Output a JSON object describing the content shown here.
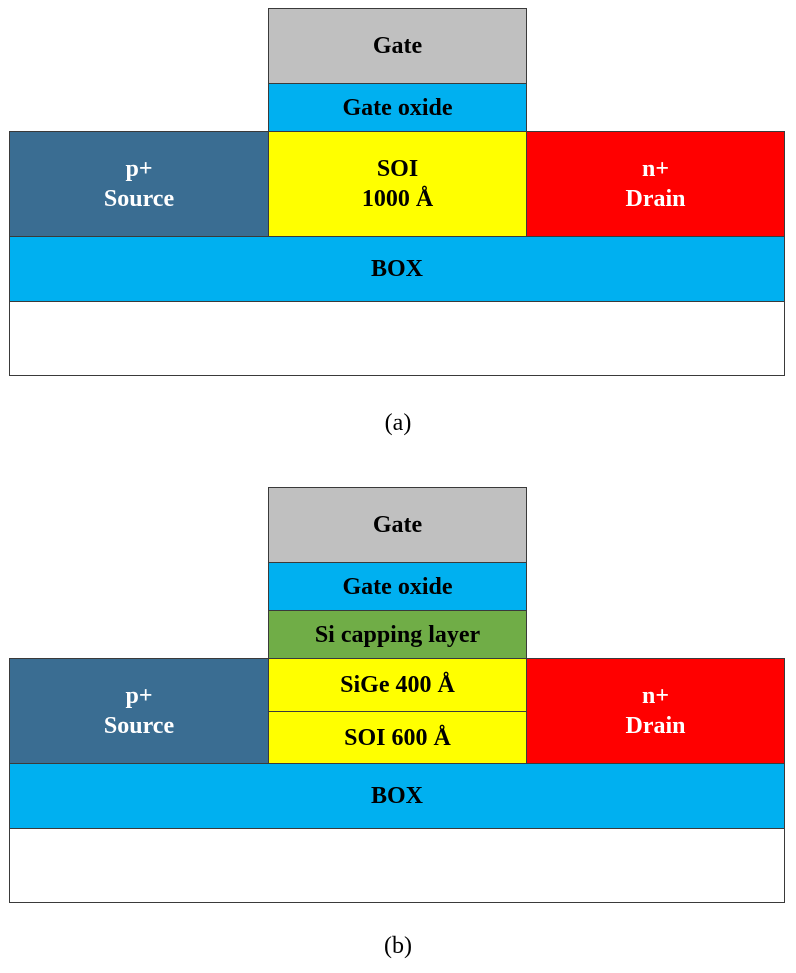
{
  "colors": {
    "gate": "#c0c0c0",
    "oxide": "#00b0f0",
    "soi": "#ffff00",
    "source": "#3a6d92",
    "drain": "#ff0000",
    "capping": "#70ad47",
    "substrate": "#ffffff"
  },
  "diagram_a": {
    "gate": "Gate",
    "gate_oxide": "Gate oxide",
    "soi_line1": "SOI",
    "soi_line2": "1000 Å",
    "source_line1": "p+",
    "source_line2": "Source",
    "drain_line1": "n+",
    "drain_line2": "Drain",
    "box": "BOX",
    "caption": "(a)"
  },
  "diagram_b": {
    "gate": "Gate",
    "gate_oxide": "Gate oxide",
    "capping": "Si capping layer",
    "sige": "SiGe 400 Å",
    "soi": "SOI 600 Å",
    "source_line1": "p+",
    "source_line2": "Source",
    "drain_line1": "n+",
    "drain_line2": "Drain",
    "box": "BOX",
    "caption": "(b)"
  }
}
